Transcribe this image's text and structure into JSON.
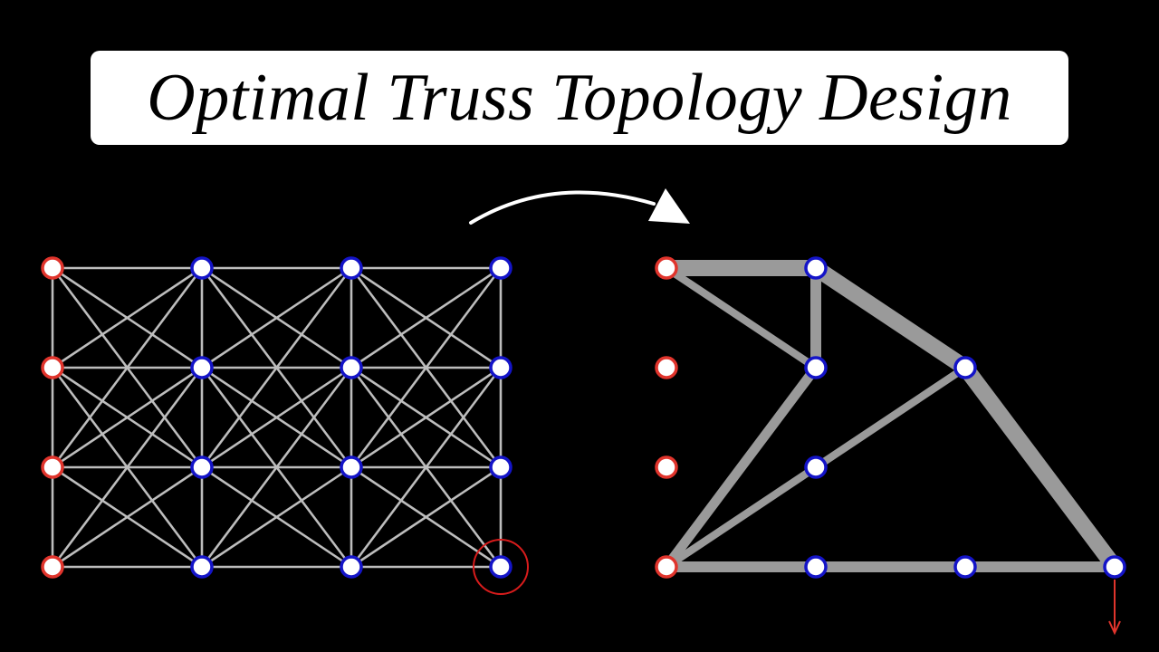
{
  "title": "Optimal Truss Topology Design",
  "colors": {
    "background": "#000000",
    "support_node": "#e0342c",
    "free_node": "#1414c8",
    "ground_structure_member": "#bdbdbd",
    "optimized_member": "#9a9a9a",
    "load_arrow": "#e0342c",
    "highlight_circle": "#d81c1c",
    "transform_arrow": "#ffffff"
  },
  "ground_structure": {
    "grid_columns": 4,
    "grid_rows": 4,
    "support_column": 0,
    "highlighted_node": [
      3,
      3
    ]
  },
  "optimized_truss": {
    "members": [
      {
        "from": [
          0,
          0
        ],
        "to": [
          1,
          0
        ],
        "thickness": 3
      },
      {
        "from": [
          0,
          0
        ],
        "to": [
          1,
          1
        ],
        "thickness": 1.4
      },
      {
        "from": [
          1,
          0
        ],
        "to": [
          1,
          1
        ],
        "thickness": 2
      },
      {
        "from": [
          1,
          0
        ],
        "to": [
          2,
          1
        ],
        "thickness": 3
      },
      {
        "from": [
          1,
          1
        ],
        "to": [
          0,
          3
        ],
        "thickness": 1.8
      },
      {
        "from": [
          2,
          1
        ],
        "to": [
          1,
          2
        ],
        "thickness": 1.4
      },
      {
        "from": [
          1,
          2
        ],
        "to": [
          0,
          3
        ],
        "thickness": 1.4
      },
      {
        "from": [
          2,
          1
        ],
        "to": [
          3,
          3
        ],
        "thickness": 3
      },
      {
        "from": [
          0,
          3
        ],
        "to": [
          3,
          3
        ],
        "thickness": 2
      }
    ],
    "nodes": [
      {
        "pos": [
          0,
          0
        ],
        "type": "support"
      },
      {
        "pos": [
          0,
          1
        ],
        "type": "support"
      },
      {
        "pos": [
          0,
          2
        ],
        "type": "support"
      },
      {
        "pos": [
          0,
          3
        ],
        "type": "support"
      },
      {
        "pos": [
          1,
          0
        ],
        "type": "free"
      },
      {
        "pos": [
          1,
          1
        ],
        "type": "free"
      },
      {
        "pos": [
          2,
          1
        ],
        "type": "free"
      },
      {
        "pos": [
          1,
          2
        ],
        "type": "free"
      },
      {
        "pos": [
          1,
          3
        ],
        "type": "free"
      },
      {
        "pos": [
          2,
          3
        ],
        "type": "free"
      },
      {
        "pos": [
          3,
          3
        ],
        "type": "free"
      }
    ],
    "load_node": [
      3,
      3
    ]
  }
}
